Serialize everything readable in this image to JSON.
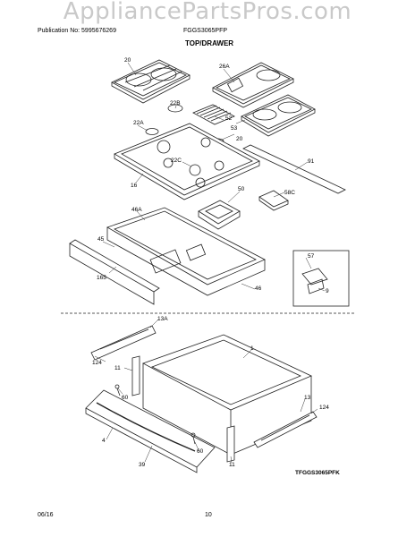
{
  "header": {
    "watermark": "AppliancePartsPros.com",
    "publication": "Publication No: 5995676269",
    "model": "FGGS3065PFP",
    "section_title": "TOP/DRAWER"
  },
  "callouts": {
    "c20a": "20",
    "c26a": "26A",
    "c22b": "22B",
    "c52": "52",
    "c53": "53",
    "c22a": "22A",
    "c20b": "20",
    "c22c": "22C",
    "c91": "91",
    "c16": "16",
    "c50": "50",
    "c58c": "58C",
    "c46a": "46A",
    "c45": "45",
    "c165": "165",
    "c46": "46",
    "c57": "57",
    "c9": "9",
    "c13a": "13A",
    "c124a": "124",
    "c1": "1",
    "c11a": "11",
    "c60a": "60",
    "c13": "13",
    "c124b": "124",
    "c4": "4",
    "c60b": "60",
    "c39": "39",
    "c11b": "11"
  },
  "figure_id": "TFGGS3065PFK",
  "footer": {
    "date": "06/16",
    "page": "10"
  }
}
